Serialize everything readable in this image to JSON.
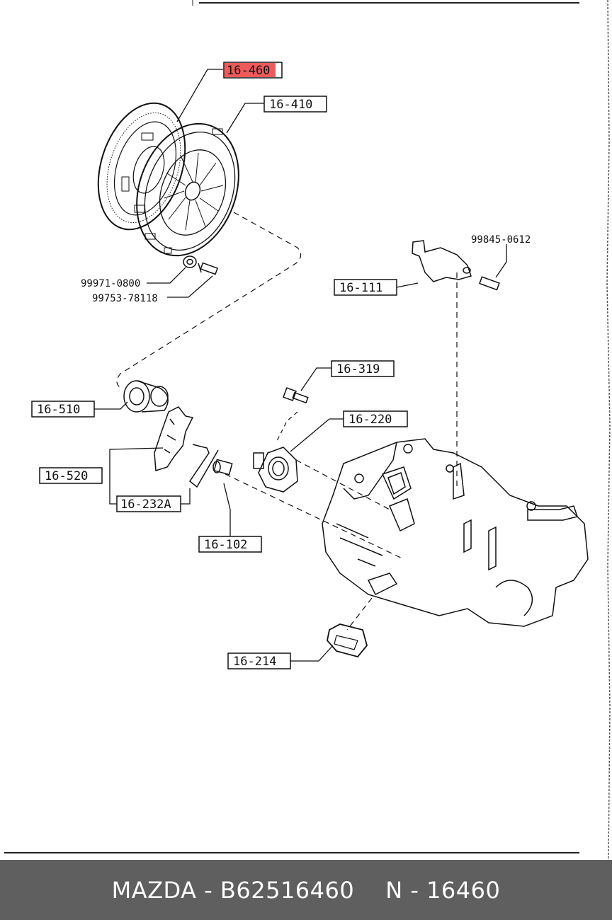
{
  "diagram": {
    "callouts": [
      {
        "id": "16-460",
        "highlighted": true
      },
      {
        "id": "16-410"
      },
      {
        "id": "16-111"
      },
      {
        "id": "16-319"
      },
      {
        "id": "16-510"
      },
      {
        "id": "16-220"
      },
      {
        "id": "16-520"
      },
      {
        "id": "16-232A"
      },
      {
        "id": "16-102"
      },
      {
        "id": "16-214"
      }
    ],
    "part_numbers": [
      "99845-0612",
      "99971-0800",
      "99753-78118"
    ],
    "highlight_color": "#f05a5a"
  },
  "footer": {
    "left_text": "MAZDA - B62516460",
    "right_text": "N - 16460",
    "background": "#5f5f5f"
  }
}
